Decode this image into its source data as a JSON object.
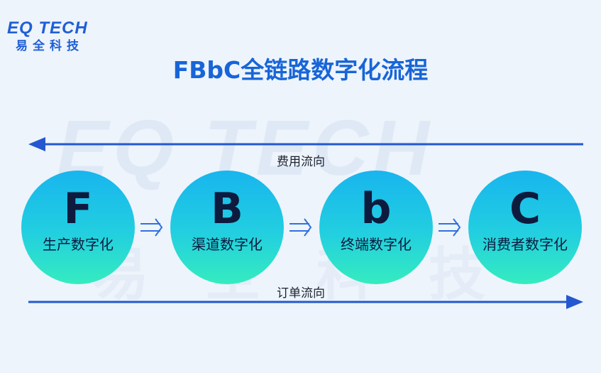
{
  "logo": {
    "text": "EQ TECH",
    "subtitle": "易全科技"
  },
  "watermark": {
    "text": "EQ TECH",
    "subtitle": "易全科技"
  },
  "title": "FBbC全链路数字化流程",
  "flows": {
    "top_label": "费用流向",
    "bottom_label": "订单流向"
  },
  "stages": [
    {
      "letter": "F",
      "label": "生产数字化"
    },
    {
      "letter": "B",
      "label": "渠道数字化"
    },
    {
      "letter": "b",
      "label": "终端数字化"
    },
    {
      "letter": "C",
      "label": "消费者数字化"
    }
  ],
  "colors": {
    "brand": "#1f5fd6",
    "title": "#1765d8",
    "arrow": "#2358d0",
    "circle_top": "#18b5ee",
    "circle_bottom": "#35ecbf",
    "text_dark": "#0d1b3e"
  }
}
